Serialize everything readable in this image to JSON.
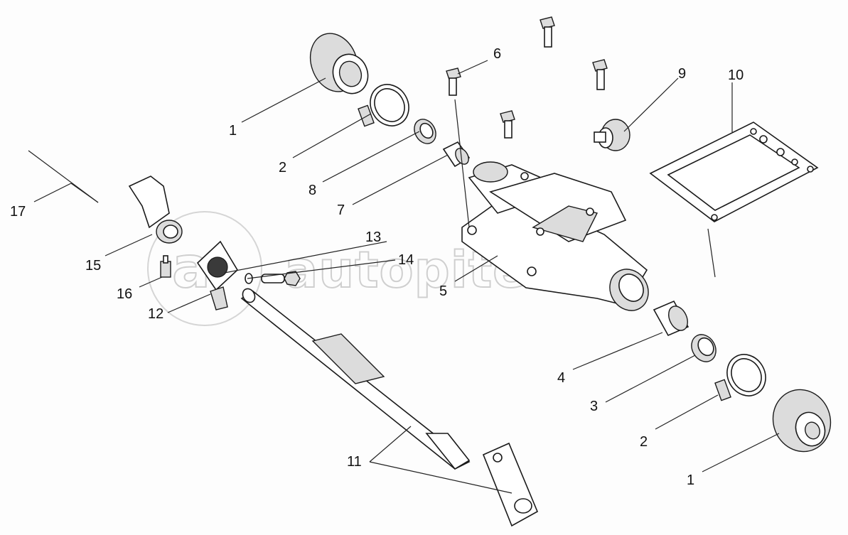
{
  "watermark": {
    "text": "autopiter.ru"
  },
  "part_labels": [
    {
      "id": "label-1-top",
      "text": "1"
    },
    {
      "id": "label-1-bottom",
      "text": "1"
    },
    {
      "id": "label-2-top",
      "text": "2"
    },
    {
      "id": "label-2-bottom",
      "text": "2"
    },
    {
      "id": "label-3",
      "text": "3"
    },
    {
      "id": "label-4",
      "text": "4"
    },
    {
      "id": "label-5",
      "text": "5"
    },
    {
      "id": "label-6",
      "text": "6"
    },
    {
      "id": "label-7",
      "text": "7"
    },
    {
      "id": "label-8",
      "text": "8"
    },
    {
      "id": "label-9",
      "text": "9"
    },
    {
      "id": "label-10",
      "text": "10"
    },
    {
      "id": "label-11",
      "text": "11"
    },
    {
      "id": "label-12",
      "text": "12"
    },
    {
      "id": "label-13",
      "text": "13"
    },
    {
      "id": "label-14",
      "text": "14"
    },
    {
      "id": "label-15",
      "text": "15"
    },
    {
      "id": "label-16",
      "text": "16"
    },
    {
      "id": "label-17",
      "text": "17"
    }
  ]
}
